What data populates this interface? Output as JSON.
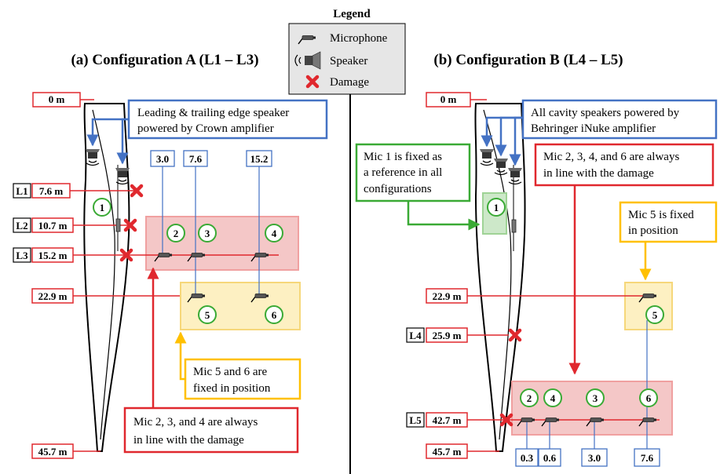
{
  "legend": {
    "title": "Legend",
    "microphone": "Microphone",
    "speaker": "Speaker",
    "damage": "Damage"
  },
  "panel_a": {
    "title": "(a) Configuration A (L1 – L3)",
    "stations": {
      "s0": "0 m",
      "s1": "7.6 m",
      "s2": "10.7 m",
      "s3": "15.2 m",
      "s4": "22.9 m",
      "s5": "45.7 m"
    },
    "layups": {
      "l1": "L1",
      "l2": "L2",
      "l3": "L3"
    },
    "offsets": {
      "o1": "3.0",
      "o2": "7.6",
      "o3": "15.2"
    },
    "mics": {
      "m1": "1",
      "m2": "2",
      "m3": "3",
      "m4": "4",
      "m5": "5",
      "m6": "6"
    },
    "callouts": {
      "speaker_1": "Leading & trailing edge speaker",
      "speaker_2": "powered by Crown amplifier",
      "fixed_1": "Mic 5 and 6 are",
      "fixed_2": "fixed in position",
      "inline_1": "Mic 2, 3, and 4 are always",
      "inline_2": "in line with the damage"
    }
  },
  "panel_b": {
    "title": "(b) Configuration B (L4 – L5)",
    "stations": {
      "s0": "0 m",
      "s1": "22.9 m",
      "s2": "25.9 m",
      "s3": "42.7 m",
      "s4": "45.7 m"
    },
    "layups": {
      "l4": "L4",
      "l5": "L5"
    },
    "offsets": {
      "o1": "0.3",
      "o2": "0.6",
      "o3": "3.0",
      "o4": "7.6"
    },
    "mics": {
      "m1": "1",
      "m2": "2",
      "m3": "3",
      "m4": "4",
      "m5": "5",
      "m6": "6"
    },
    "callouts": {
      "speaker_1": "All cavity speakers powered by",
      "speaker_2": "Behringer iNuke amplifier",
      "ref_1": "Mic 1 is fixed as",
      "ref_2": "a reference in all",
      "ref_3": "configurations",
      "inline_1": "Mic 2, 3, 4, and 6 are always",
      "inline_2": "in line with the damage",
      "fixed_1": "Mic 5 is fixed",
      "fixed_2": "in position"
    }
  },
  "colors": {
    "blue": "#4472c4",
    "red": "#e0282e",
    "green": "#3aaa35",
    "yellow": "#ffc000",
    "zone_red": "#f4c7c7",
    "zone_yellow": "#fdf0c2",
    "zone_green": "#cde8c9"
  }
}
